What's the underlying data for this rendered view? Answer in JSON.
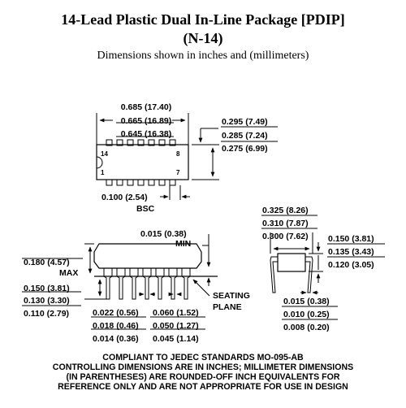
{
  "title": {
    "line1": "14-Lead Plastic Dual In-Line Package [PDIP]",
    "line2": "(N-14)",
    "subtitle": "Dimensions shown in inches and (millimeters)"
  },
  "top_view": {
    "length": [
      "0.685 (17.40)",
      "0.665 (16.89)",
      "0.645 (16.38)"
    ],
    "width": [
      "0.295 (7.49)",
      "0.285 (7.24)",
      "0.275 (6.99)"
    ],
    "pin14": "14",
    "pin8": "8",
    "pin1": "1",
    "pin7": "7",
    "pitch": "0.100 (2.54)",
    "pitch_note": "BSC"
  },
  "side_view": {
    "standoff": "0.015 (0.38)",
    "standoff_note": "MIN",
    "height": "0.180 (4.57)",
    "height_note": "MAX",
    "lead_length": [
      "0.150 (3.81)",
      "0.130 (3.30)",
      "0.110 (2.79)"
    ],
    "lead_width": [
      "0.022 (0.56)",
      "0.018 (0.46)",
      "0.014 (0.36)"
    ],
    "shoulder_width": [
      "0.060 (1.52)",
      "0.050 (1.27)",
      "0.045 (1.14)"
    ],
    "seating_plane": [
      "SEATING",
      "PLANE"
    ]
  },
  "end_view": {
    "row_spacing": [
      "0.325 (8.26)",
      "0.310 (7.87)",
      "0.300 (7.62)"
    ],
    "lead_thickness": [
      "0.015 (0.38)",
      "0.010 (0.25)",
      "0.008 (0.20)"
    ],
    "body_height": [
      "0.150 (3.81)",
      "0.135 (3.43)",
      "0.120 (3.05)"
    ]
  },
  "footer": [
    "COMPLIANT TO JEDEC STANDARDS MO-095-AB",
    "CONTROLLING DIMENSIONS ARE IN INCHES; MILLIMETER DIMENSIONS",
    "(IN PARENTHESES) ARE ROUNDED-OFF INCH EQUIVALENTS FOR",
    "REFERENCE ONLY AND ARE NOT APPROPRIATE FOR USE IN DESIGN"
  ]
}
